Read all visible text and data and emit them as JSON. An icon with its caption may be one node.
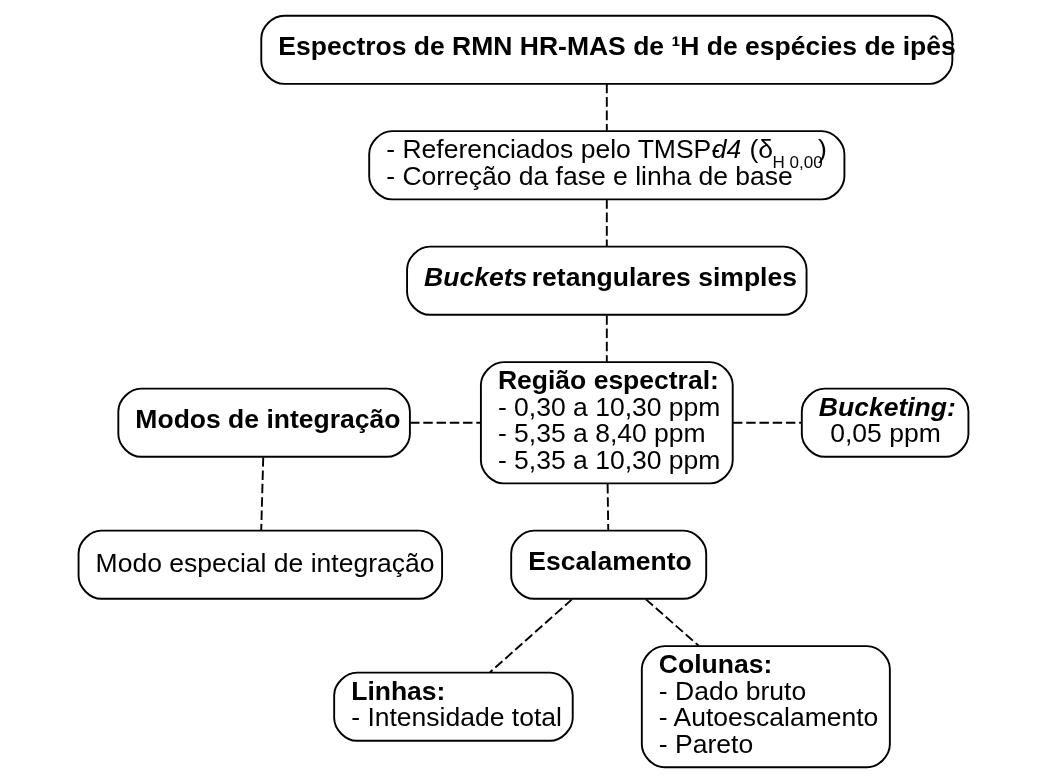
{
  "diagram": {
    "nodes": [
      {
        "text": [
          "Espectros de RMN HR-MAS de ¹H de espécies de ipês"
        ]
      },
      {
        "text": [
          "- Referenciados pelo TMSP-*d4* (δ$_{H 0,00}$)",
          "- Correção da fase e linha de base"
        ]
      },
      {
        "text": [
          "*Buckets* retangulares simples"
        ]
      },
      {
        "text": [
          "Região espectral:",
          "- 0,30 a 10,30 ppm",
          "- 5,35 a 8,40 ppm",
          "- 5,35 a 10,30 ppm"
        ]
      },
      {
        "text": [
          "Modos de integração"
        ]
      },
      {
        "text": [
          "Modo especial de integração"
        ]
      },
      {
        "text": [
          "Bucketing:",
          "0,05 ppm"
        ]
      },
      {
        "text": [
          "Escalamento"
        ]
      },
      {
        "text": [
          "Linhas:",
          "- Intensidade total"
        ]
      },
      {
        "text": [
          "Colunas:",
          "- Dado bruto",
          "- Autoescalamento",
          "- Pareto"
        ]
      }
    ],
    "edges": [
      {
        "from": 0,
        "to": 1,
        "arrow": "none",
        "style": "dashed"
      },
      {
        "from": 1,
        "to": 2,
        "arrow": "none",
        "style": "dashed"
      },
      {
        "from": 2,
        "to": 3,
        "arrow": "none",
        "style": "dashed"
      },
      {
        "from": 4,
        "to": 3,
        "arrow": "none",
        "style": "dashed"
      },
      {
        "from": 3,
        "to": 6,
        "arrow": "none",
        "style": "dashed"
      },
      {
        "from": 4,
        "to": 5,
        "arrow": "none",
        "style": "dashed"
      },
      {
        "from": 3,
        "to": 7,
        "arrow": "none",
        "style": "dashed"
      },
      {
        "from": 7,
        "to": 8,
        "arrow": "none",
        "style": "dashed"
      },
      {
        "from": 7,
        "to": 9,
        "arrow": "none",
        "style": "dashed"
      }
    ]
  }
}
